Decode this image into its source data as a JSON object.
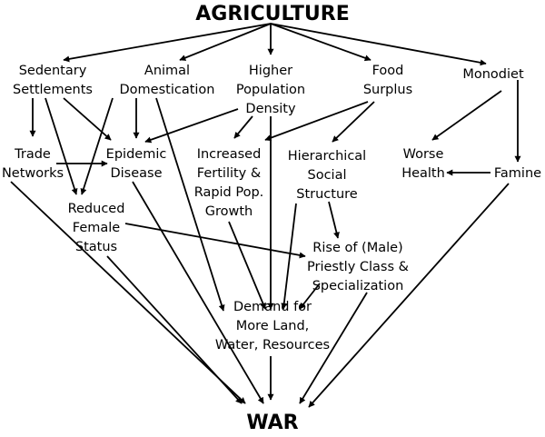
{
  "diagram": {
    "top": "AGRICULTURE",
    "bottom": "WAR",
    "nodes": {
      "sedentary": [
        "Sedentary",
        "Settlements"
      ],
      "animal": [
        "Animal",
        "Domestication"
      ],
      "higher_pop": [
        "Higher",
        "Population",
        "Density"
      ],
      "food": [
        "Food",
        "Surplus"
      ],
      "monodiet": [
        "Monodiet"
      ],
      "trade": [
        "Trade",
        "Networks"
      ],
      "epidemic": [
        "Epidemic",
        "Disease"
      ],
      "fertility": [
        "Increased",
        "Fertility &",
        "Rapid Pop.",
        "Growth"
      ],
      "hierarchical": [
        "Hierarchical",
        "Social",
        "Structure"
      ],
      "worse_health": [
        "Worse",
        "Health"
      ],
      "famine": [
        "Famine"
      ],
      "reduced_female": [
        "Reduced",
        "Female",
        "Status"
      ],
      "priestly": [
        "Rise of (Male)",
        "Priestly Class &",
        "Specialization"
      ],
      "demand": [
        "Demand for",
        "More Land,",
        "Water, Resources"
      ]
    }
  }
}
